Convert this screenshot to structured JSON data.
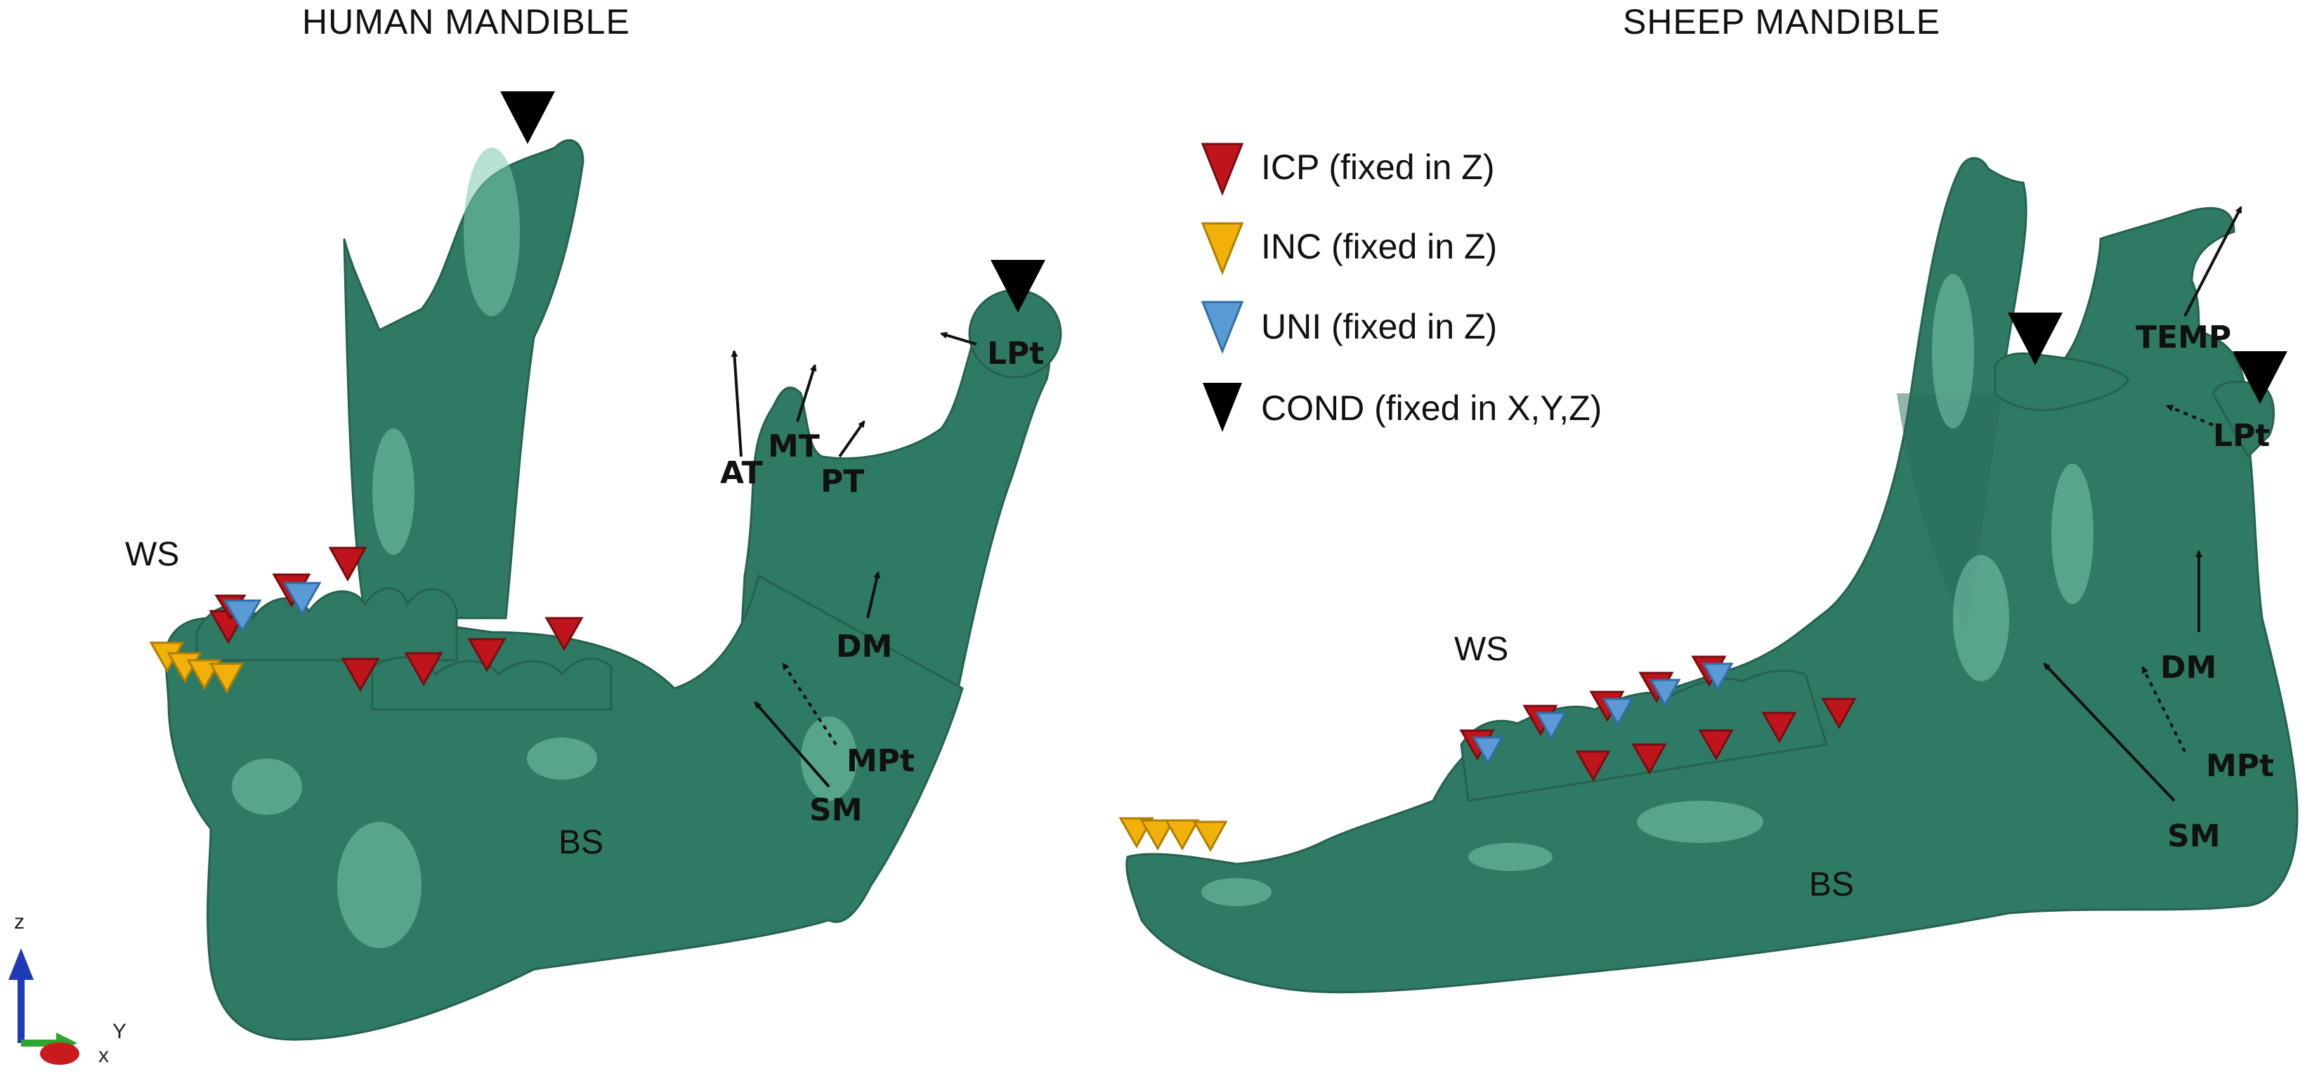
{
  "colors": {
    "bone": "#2e7a64",
    "icp": "#c0141c",
    "inc": "#f2b10a",
    "uni": "#5b9bd5",
    "cond": "#000000",
    "axis_z": "#1f3ab5",
    "axis_y": "#2ea62e",
    "axis_x": "#c91b1b"
  },
  "human": {
    "title": "HUMAN  MANDIBLE",
    "labels": {
      "ws": "WS",
      "bs": "BS",
      "at": "AT",
      "mt": "MT",
      "pt": "PT",
      "lpt": "LPt",
      "dm": "DM",
      "mpt": "MPt",
      "sm": "SM"
    }
  },
  "sheep": {
    "title": "SHEEP  MANDIBLE",
    "labels": {
      "ws": "WS",
      "bs": "BS",
      "temp": "TEMP",
      "lpt": "LPt",
      "dm": "DM",
      "mpt": "MPt",
      "sm": "SM"
    }
  },
  "legend": {
    "items": [
      {
        "key": "icp",
        "label": "ICP (fixed in Z)",
        "icon": "red-triangle-icon"
      },
      {
        "key": "inc",
        "label": "INC (fixed in Z)",
        "icon": "yellow-triangle-icon"
      },
      {
        "key": "uni",
        "label": "UNI (fixed in Z)",
        "icon": "blue-triangle-icon"
      },
      {
        "key": "cond",
        "label": "COND (fixed in X,Y,Z)",
        "icon": "black-triangle-icon"
      }
    ]
  },
  "axes": {
    "z": "z",
    "y": "Y",
    "x": "x"
  }
}
